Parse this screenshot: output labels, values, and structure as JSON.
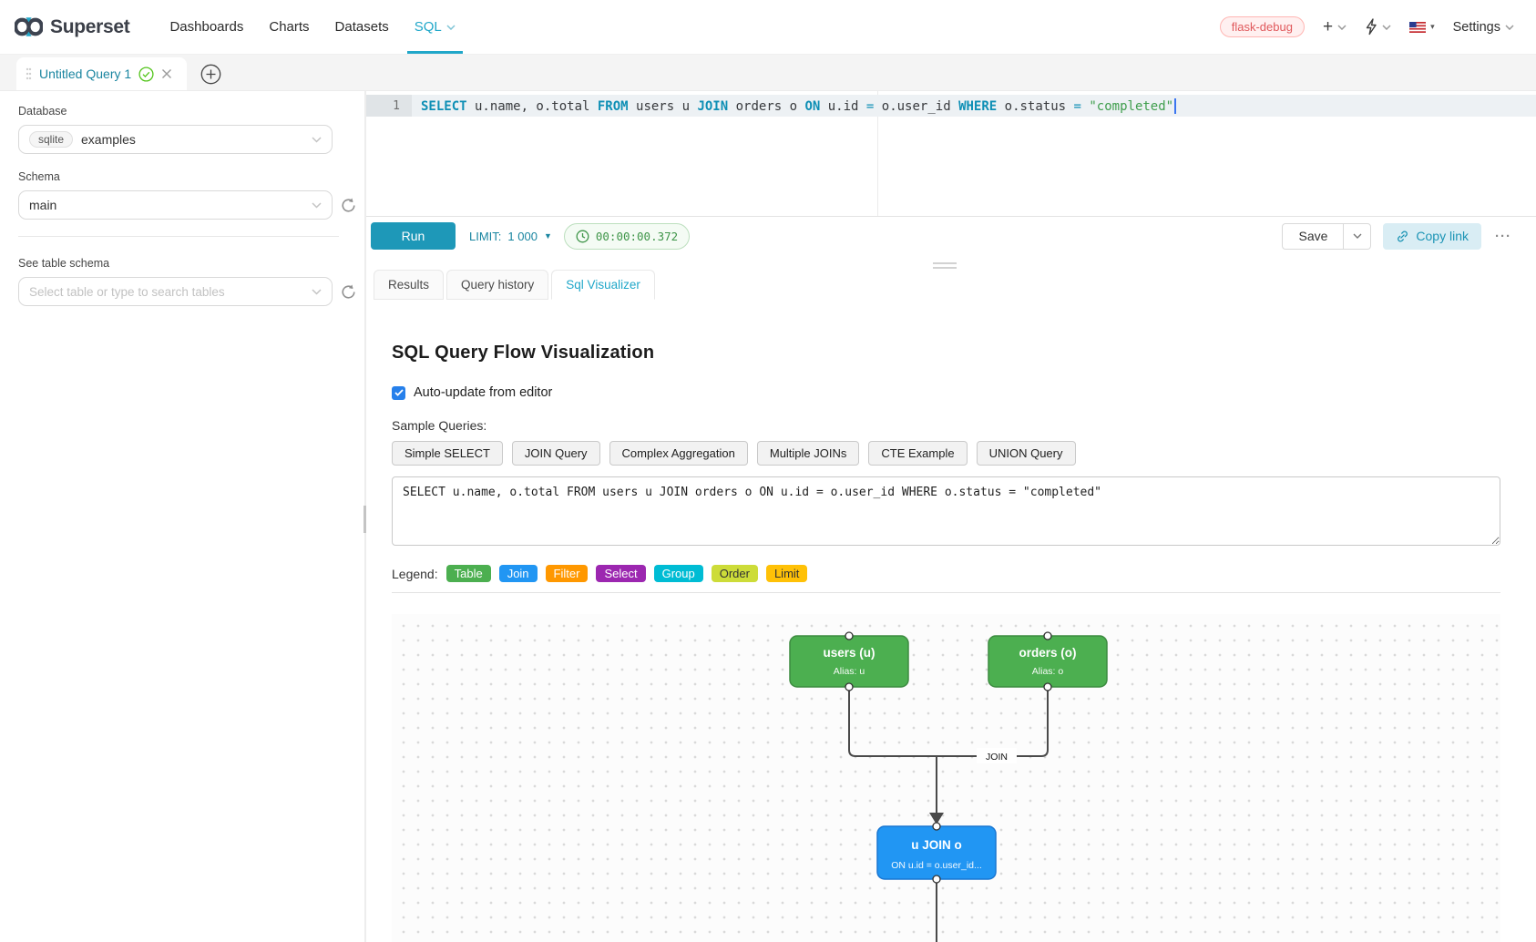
{
  "navbar": {
    "brand": "Superset",
    "items": [
      {
        "label": "Dashboards"
      },
      {
        "label": "Charts"
      },
      {
        "label": "Datasets"
      },
      {
        "label": "SQL"
      }
    ],
    "environment_tag": "flask-debug",
    "settings_label": "Settings",
    "brand_color": "#20a7c9"
  },
  "tabs": {
    "active_tab": "Untitled Query 1"
  },
  "sidebar": {
    "database_label": "Database",
    "database_engine": "sqlite",
    "database_name": "examples",
    "schema_label": "Schema",
    "schema_value": "main",
    "table_label": "See table schema",
    "table_placeholder": "Select table or type to search tables"
  },
  "editor": {
    "line_number": "1",
    "tokens": [
      {
        "t": "SELECT",
        "type": "keyword"
      },
      {
        "t": " u.name, o.total ",
        "type": "text"
      },
      {
        "t": "FROM",
        "type": "keyword"
      },
      {
        "t": " users u ",
        "type": "text"
      },
      {
        "t": "JOIN",
        "type": "keyword"
      },
      {
        "t": " orders o ",
        "type": "text"
      },
      {
        "t": "ON",
        "type": "keyword"
      },
      {
        "t": " u.id ",
        "type": "text"
      },
      {
        "t": "=",
        "type": "operator"
      },
      {
        "t": " o.user_id ",
        "type": "text"
      },
      {
        "t": "WHERE",
        "type": "keyword"
      },
      {
        "t": " o.status ",
        "type": "text"
      },
      {
        "t": "=",
        "type": "operator"
      },
      {
        "t": " \"completed\"",
        "type": "string"
      }
    ]
  },
  "toolbar": {
    "run_label": "Run",
    "limit_label": "LIMIT:",
    "limit_value": "1 000",
    "elapsed_time": "00:00:00.372",
    "save_label": "Save",
    "copy_link_label": "Copy link",
    "more_label": "···"
  },
  "south_tabs": [
    {
      "label": "Results"
    },
    {
      "label": "Query history"
    },
    {
      "label": "Sql Visualizer"
    }
  ],
  "visualizer": {
    "title": "SQL Query Flow Visualization",
    "auto_update_label": "Auto-update from editor",
    "auto_update_checked": true,
    "sample_queries_label": "Sample Queries:",
    "sample_buttons": [
      "Simple SELECT",
      "JOIN Query",
      "Complex Aggregation",
      "Multiple JOINs",
      "CTE Example",
      "UNION Query"
    ],
    "query_text": "SELECT u.name, o.total FROM users u JOIN orders o ON u.id = o.user_id WHERE o.status = \"completed\"",
    "legend_label": "Legend:",
    "legend_items": [
      {
        "label": "Table",
        "color": "#4caf50",
        "text_dark": false
      },
      {
        "label": "Join",
        "color": "#2196f3",
        "text_dark": false
      },
      {
        "label": "Filter",
        "color": "#ff9800",
        "text_dark": false
      },
      {
        "label": "Select",
        "color": "#9c27b0",
        "text_dark": false
      },
      {
        "label": "Group",
        "color": "#00bcd4",
        "text_dark": false
      },
      {
        "label": "Order",
        "color": "#cddc39",
        "text_dark": true
      },
      {
        "label": "Limit",
        "color": "#ffc107",
        "text_dark": true
      }
    ],
    "flow": {
      "nodes": [
        {
          "title": "users (u)",
          "subtitle": "Alias: u",
          "color": "#4caf50",
          "border_color": "#3d8b40"
        },
        {
          "title": "orders (o)",
          "subtitle": "Alias: o",
          "color": "#4caf50",
          "border_color": "#3d8b40"
        },
        {
          "title": "u JOIN o",
          "subtitle": "ON u.id = o.user_id...",
          "color": "#2196f3",
          "border_color": "#1976d2"
        }
      ],
      "edge_label": "JOIN"
    }
  }
}
